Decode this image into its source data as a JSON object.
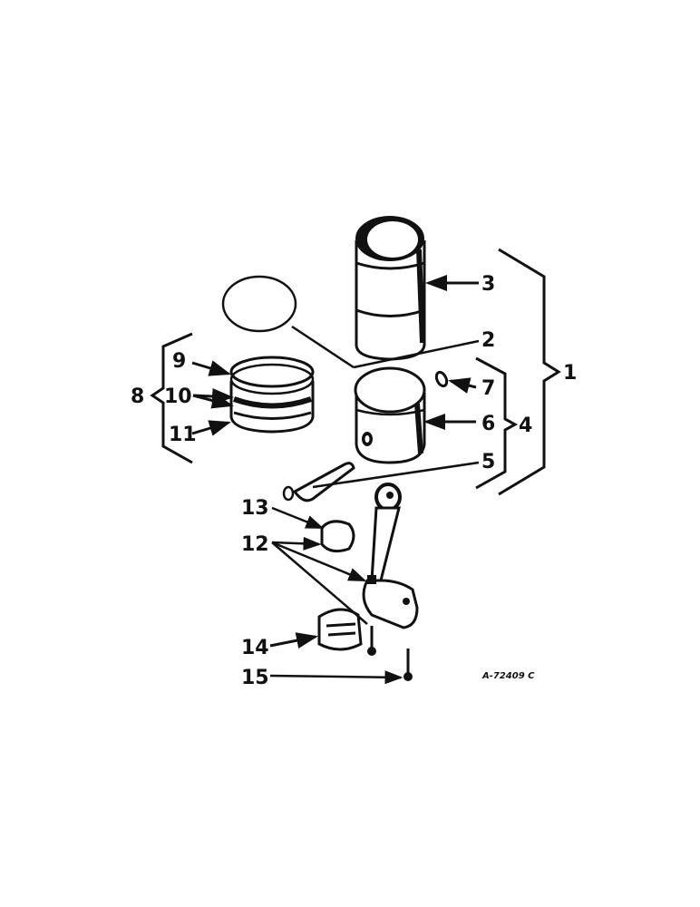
{
  "diagram": {
    "type": "exploded parts diagram",
    "subject": "Piston, cylinder sleeve and connecting rod assembly",
    "reference_code": "A-72409 C",
    "callouts": [
      {
        "id": "1",
        "label": "1",
        "note": "bracket grouping 2-7"
      },
      {
        "id": "2",
        "label": "2",
        "part": "sleeve seal ring"
      },
      {
        "id": "3",
        "label": "3",
        "part": "cylinder sleeve"
      },
      {
        "id": "4",
        "label": "4",
        "note": "bracket grouping 5-7"
      },
      {
        "id": "5",
        "label": "5",
        "part": "piston pin"
      },
      {
        "id": "6",
        "label": "6",
        "part": "piston"
      },
      {
        "id": "7",
        "label": "7",
        "part": "pin retainer"
      },
      {
        "id": "8",
        "label": "8",
        "note": "bracket grouping 9-11 (ring set)"
      },
      {
        "id": "9",
        "label": "9",
        "part": "compression ring"
      },
      {
        "id": "10",
        "label": "10",
        "part": "rings"
      },
      {
        "id": "11",
        "label": "11",
        "part": "oil ring"
      },
      {
        "id": "12",
        "label": "12",
        "part": "connecting rod"
      },
      {
        "id": "13",
        "label": "13",
        "part": "bushing"
      },
      {
        "id": "14",
        "label": "14",
        "part": "bearing"
      },
      {
        "id": "15",
        "label": "15",
        "part": "bolt"
      }
    ]
  }
}
